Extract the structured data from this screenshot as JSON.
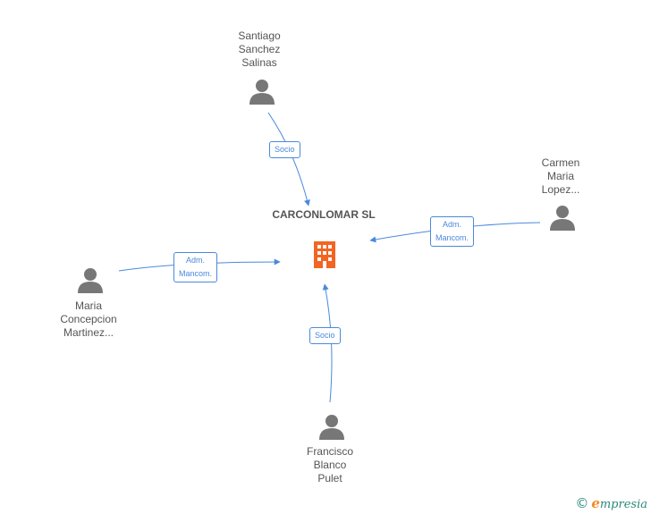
{
  "company": {
    "name": "CARCONLOMAR SL",
    "color": "#f26522"
  },
  "persons": {
    "top": "Santiago\nSanchez\nSalinas",
    "right": "Carmen\nMaria\nLopez...",
    "left": "Maria\nConcepcion\nMartinez...",
    "bottom": "Francisco\nBlanco\nPulet"
  },
  "relations": {
    "top": "Socio",
    "right": "Adm.\nMancom.",
    "left": "Adm.\nMancom.",
    "bottom": "Socio"
  },
  "colors": {
    "edge": "#4a89dc",
    "person_icon": "#777777",
    "text": "#555555"
  },
  "footer": {
    "copyright": "©",
    "brand_initial": "e",
    "brand_rest": "mpresia"
  }
}
